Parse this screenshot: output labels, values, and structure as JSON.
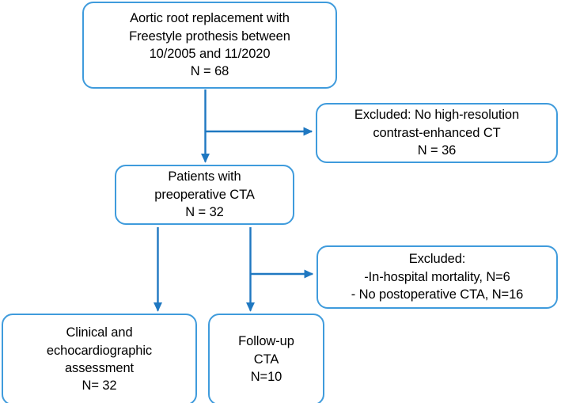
{
  "diagram": {
    "title": "Aortic root replacement study flow diagram",
    "colors": {
      "box_border": "#3f9bdc",
      "connector": "#1f78c1",
      "text": "#000000",
      "background": "#ffffff"
    },
    "nodes": {
      "enrolled": {
        "label": "Aortic root replacement with\nFreestyle prothesis between\n10/2005 and 11/2020\nN = 68",
        "count": 68
      },
      "excluded_no_ct": {
        "label": "Excluded: No high-resolution\ncontrast-enhanced CT\nN = 36",
        "count": 36
      },
      "preoperative_cta": {
        "label": "Patients with\npreoperative CTA\nN = 32",
        "count": 32
      },
      "excluded_followup": {
        "label": "Excluded:\n-In-hospital mortality, N=6\n- No postoperative CTA, N=16",
        "counts": [
          6,
          16
        ]
      },
      "clinical_assessment": {
        "label": "Clinical and\nechocardiographic\nassessment\nN= 32",
        "count": 32
      },
      "followup_cta": {
        "label": "Follow-up\nCTA\nN=10",
        "count": 10
      }
    },
    "connectors": [
      {
        "name": "enrolled-to-preoperative",
        "type": "arrow-down"
      },
      {
        "name": "enrolled-to-excluded-no-ct",
        "type": "arrow-right"
      },
      {
        "name": "preoperative-to-clinical",
        "type": "arrow-down"
      },
      {
        "name": "preoperative-to-followup",
        "type": "arrow-down"
      },
      {
        "name": "preoperative-to-excluded-followup",
        "type": "arrow-right"
      }
    ]
  }
}
